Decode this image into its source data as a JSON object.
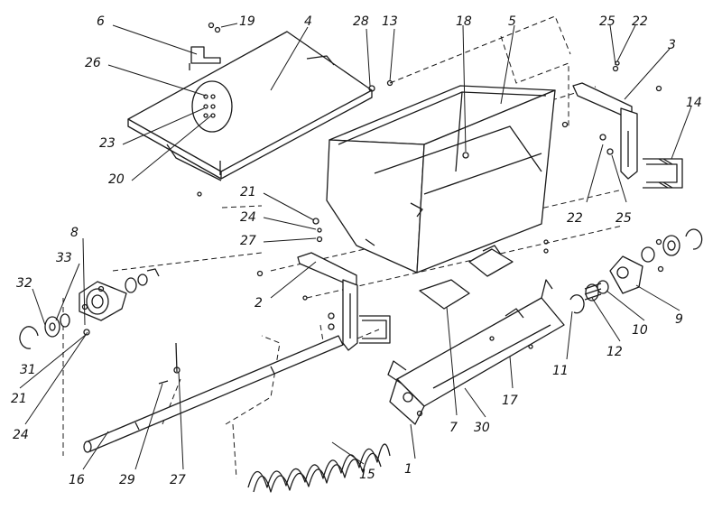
{
  "callouts": [
    {
      "id": "6",
      "label": "6"
    },
    {
      "id": "19",
      "label": "19"
    },
    {
      "id": "4",
      "label": "4"
    },
    {
      "id": "28",
      "label": "28"
    },
    {
      "id": "13",
      "label": "13"
    },
    {
      "id": "18",
      "label": "18"
    },
    {
      "id": "5",
      "label": "5"
    },
    {
      "id": "25a",
      "label": "25"
    },
    {
      "id": "22a",
      "label": "22"
    },
    {
      "id": "3",
      "label": "3"
    },
    {
      "id": "26",
      "label": "26"
    },
    {
      "id": "14",
      "label": "14"
    },
    {
      "id": "23",
      "label": "23"
    },
    {
      "id": "20",
      "label": "20"
    },
    {
      "id": "21a",
      "label": "21"
    },
    {
      "id": "24a",
      "label": "24"
    },
    {
      "id": "27a",
      "label": "27"
    },
    {
      "id": "22b",
      "label": "22"
    },
    {
      "id": "25b",
      "label": "25"
    },
    {
      "id": "8",
      "label": "8"
    },
    {
      "id": "33",
      "label": "33"
    },
    {
      "id": "32",
      "label": "32"
    },
    {
      "id": "2",
      "label": "2"
    },
    {
      "id": "9",
      "label": "9"
    },
    {
      "id": "10",
      "label": "10"
    },
    {
      "id": "12",
      "label": "12"
    },
    {
      "id": "31",
      "label": "31"
    },
    {
      "id": "11",
      "label": "11"
    },
    {
      "id": "21b",
      "label": "21"
    },
    {
      "id": "17",
      "label": "17"
    },
    {
      "id": "24b",
      "label": "24"
    },
    {
      "id": "30",
      "label": "30"
    },
    {
      "id": "7",
      "label": "7"
    },
    {
      "id": "16",
      "label": "16"
    },
    {
      "id": "29",
      "label": "29"
    },
    {
      "id": "27b",
      "label": "27"
    },
    {
      "id": "1",
      "label": "1"
    },
    {
      "id": "15",
      "label": "15"
    }
  ]
}
